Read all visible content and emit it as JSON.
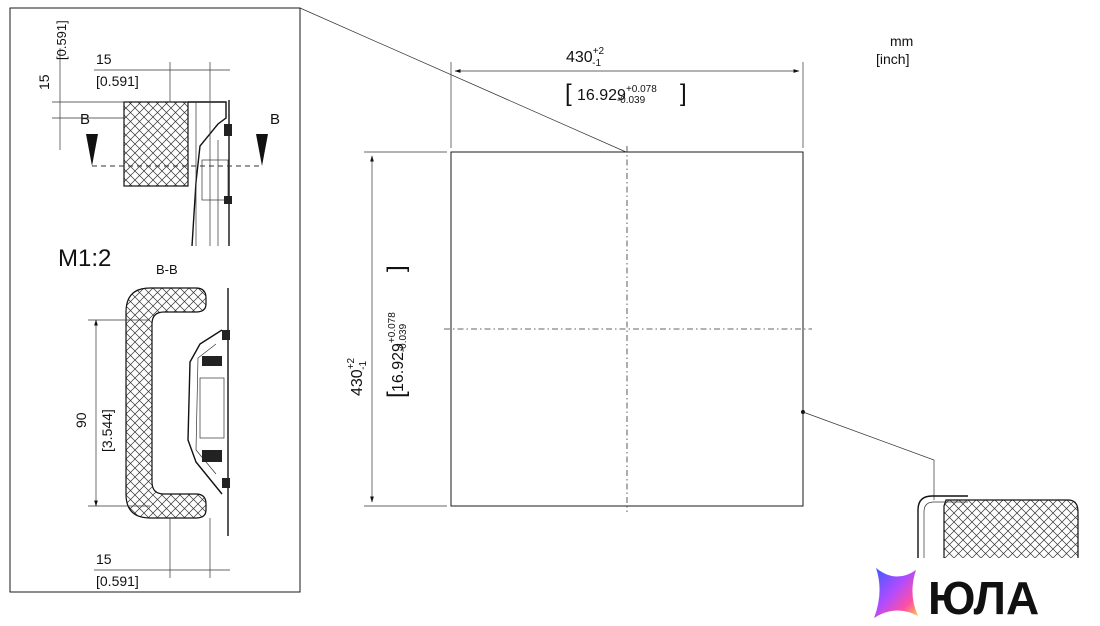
{
  "units": {
    "primary": "mm",
    "secondary": "[inch]"
  },
  "detail": {
    "scale_label": "M1:2",
    "section_label": "B-B",
    "section_marker": "B",
    "top_dim": {
      "value": "15",
      "inch": "[0.591]"
    },
    "side_dim": {
      "value": "15",
      "inch": "[0.591]"
    },
    "height_dim": {
      "value": "90",
      "inch": "[3.544]"
    },
    "bottom_dim": {
      "value": "15",
      "inch": "[0.591]"
    }
  },
  "cutout": {
    "width": {
      "value": "430",
      "tol_upper": "+2",
      "tol_lower": "-1",
      "inch": "16.929",
      "inch_tol_upper": "+0.078",
      "inch_tol_lower": "-0.039"
    },
    "height": {
      "value": "430",
      "tol_upper": "+2",
      "tol_lower": "-1",
      "inch": "16.929",
      "inch_tol_upper": "+0.078",
      "inch_tol_lower": "-0.039"
    }
  },
  "logo": {
    "text": "ЮЛА",
    "colors": [
      "#3b5bff",
      "#b04cff",
      "#ff4fa3",
      "#ffd23f"
    ]
  }
}
